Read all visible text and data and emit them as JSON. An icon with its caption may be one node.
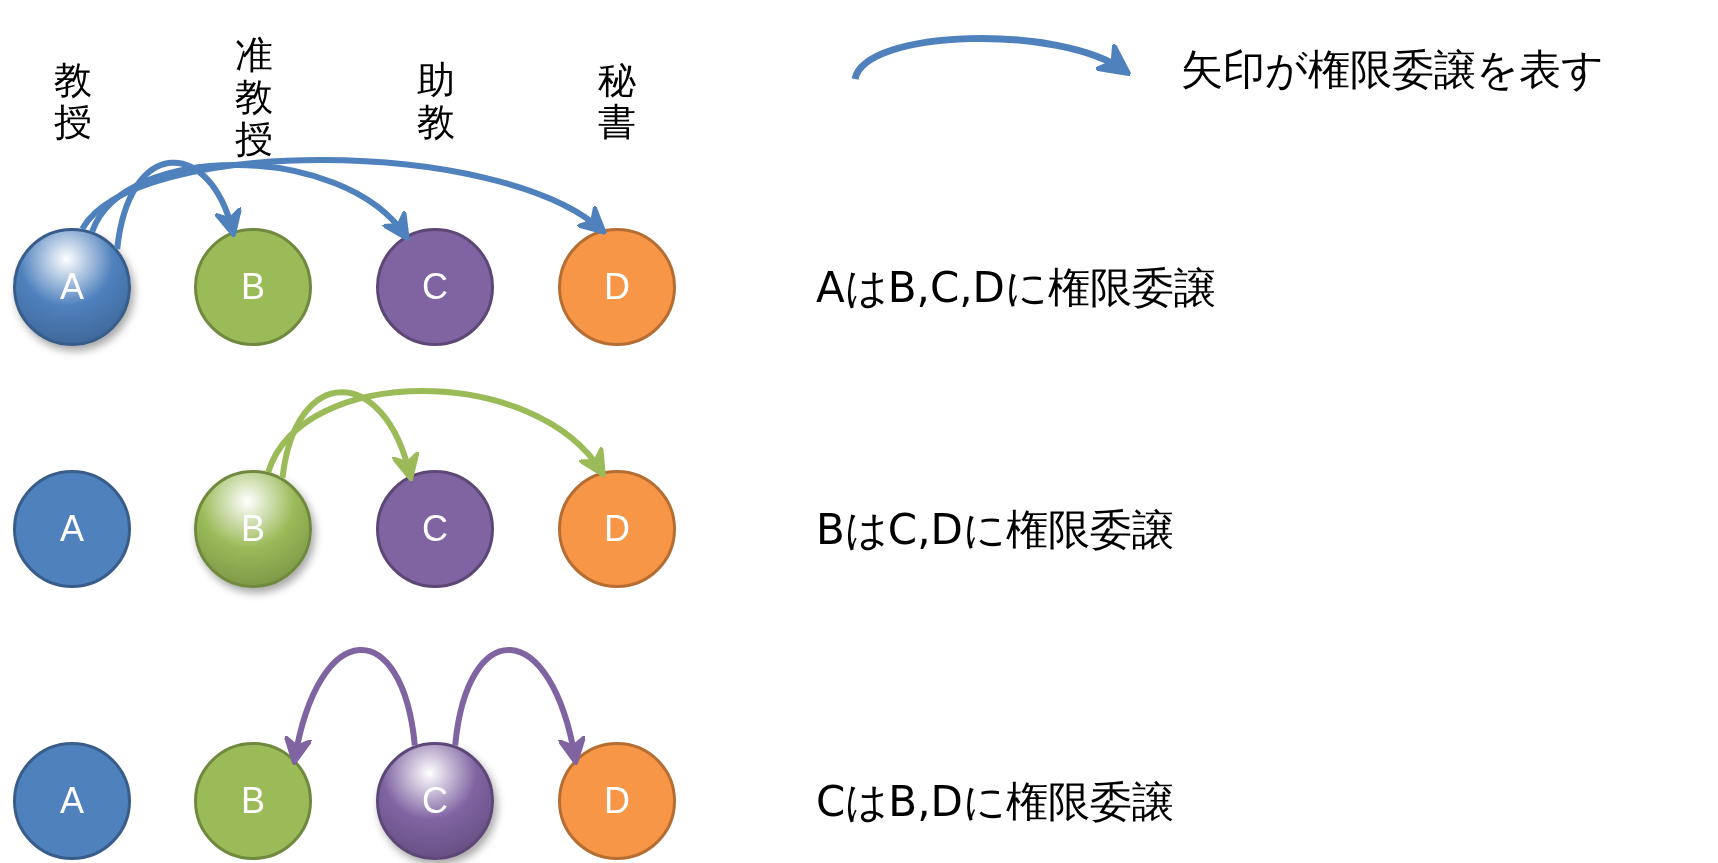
{
  "diagram": {
    "nodes": [
      {
        "text": [
          "A"
        ]
      },
      {
        "text": [
          "B"
        ]
      },
      {
        "text": [
          "C"
        ]
      },
      {
        "text": [
          "D"
        ]
      },
      {
        "text": [
          "A"
        ]
      },
      {
        "text": [
          "B"
        ]
      },
      {
        "text": [
          "C"
        ]
      },
      {
        "text": [
          "D"
        ]
      },
      {
        "text": [
          "A"
        ]
      },
      {
        "text": [
          "B"
        ]
      },
      {
        "text": [
          "C"
        ]
      },
      {
        "text": [
          "D"
        ]
      }
    ],
    "edges": [
      {
        "from": 0,
        "to": 1,
        "arrow": "to",
        "color": "#4f81bd"
      },
      {
        "from": 0,
        "to": 2,
        "arrow": "to",
        "color": "#4f81bd"
      },
      {
        "from": 0,
        "to": 3,
        "arrow": "to",
        "color": "#4f81bd"
      },
      {
        "from": 5,
        "to": 6,
        "arrow": "to",
        "color": "#9bbb59"
      },
      {
        "from": 5,
        "to": 7,
        "arrow": "to",
        "color": "#9bbb59"
      },
      {
        "from": 10,
        "to": 9,
        "arrow": "to",
        "color": "#8064a2"
      },
      {
        "from": 10,
        "to": 11,
        "arrow": "to",
        "color": "#8064a2"
      }
    ],
    "labels": [
      "教授",
      "准教授",
      "助教",
      "秘書",
      "AはB,C,Dに権限委譲",
      "BはC,Dに権限委譲",
      "CはB,Dに権限委譲"
    ],
    "legend": [
      {
        "text": "矢印が権限委譲を表す"
      }
    ]
  }
}
